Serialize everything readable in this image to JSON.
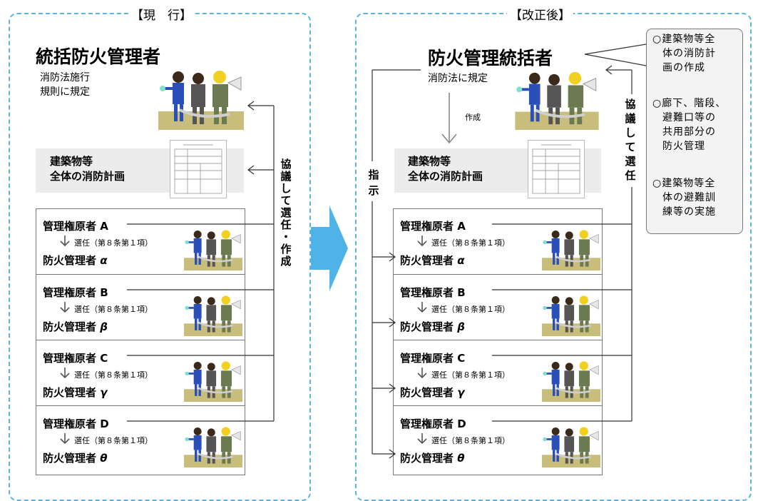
{
  "left": {
    "header": "【現　行】",
    "title": "統括防火管理者",
    "note_line1": "消防法施行",
    "note_line2": "規則に規定",
    "plan_line1": "建築物等",
    "plan_line2": "全体の消防計画",
    "vertical_label": [
      "協",
      "議",
      "し",
      "て",
      "選",
      "任",
      "・",
      "作",
      "成"
    ],
    "rows": [
      {
        "owner": "管理権原者 A",
        "appoint": "選任（第８条第１項）",
        "manager": "防火管理者",
        "greek": "α"
      },
      {
        "owner": "管理権原者 B",
        "appoint": "選任（第８条第１項）",
        "manager": "防火管理者",
        "greek": "β"
      },
      {
        "owner": "管理権原者 C",
        "appoint": "選任（第８条第１項）",
        "manager": "防火管理者",
        "greek": "γ"
      },
      {
        "owner": "管理権原者 D",
        "appoint": "選任（第８条第１項）",
        "manager": "防火管理者",
        "greek": "θ"
      }
    ]
  },
  "right": {
    "header": "【改正後】",
    "title": "防火管理統括者",
    "note": "消防法に規定",
    "create_label": "作成",
    "plan_line1": "建築物等",
    "plan_line2": "全体の消防計画",
    "instruct_label": [
      "指",
      "示"
    ],
    "vertical_label": [
      "協",
      "議",
      "し",
      "て",
      "選",
      "任"
    ],
    "rows": [
      {
        "owner": "管理権原者 A",
        "appoint": "選任（第８条第１項）",
        "manager": "防火管理者",
        "greek": "α"
      },
      {
        "owner": "管理権原者 B",
        "appoint": "選任（第８条第１項）",
        "manager": "防火管理者",
        "greek": "β"
      },
      {
        "owner": "管理権原者 C",
        "appoint": "選任（第８条第１項）",
        "manager": "防火管理者",
        "greek": "γ"
      },
      {
        "owner": "管理権原者 D",
        "appoint": "選任（第８条第１項）",
        "manager": "防火管理者",
        "greek": "θ"
      }
    ]
  },
  "callout": {
    "item1": [
      "○建築物等全",
      "体の消防計",
      "画の作成"
    ],
    "item2": [
      "○廊下、階段、",
      "避難口等の",
      "共用部分の",
      "防火管理"
    ],
    "item3": [
      "○建築物等全",
      "体の避難訓",
      "練等の実施"
    ]
  },
  "colors": {
    "frame": "#5bb4e0",
    "big_arrow": "#4fb3e8",
    "plan_bg": "#ececec",
    "callout_bg": "#f3f3f3"
  }
}
